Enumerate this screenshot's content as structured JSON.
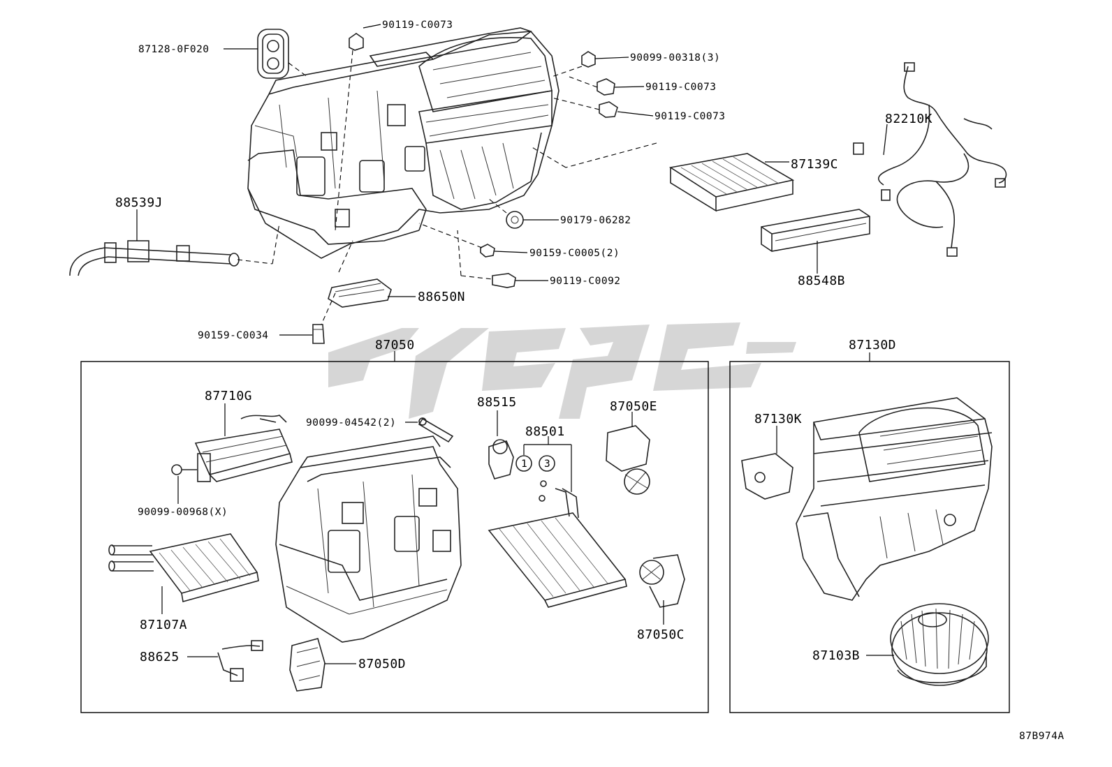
{
  "watermark": "cjcgc",
  "figure_code": "87B974A",
  "group_labels": {
    "unit_main": "87050",
    "unit_blower": "87130D"
  },
  "part_labels": {
    "p87128": "87128-0F020",
    "p90119a": "90119-C0073",
    "p90099_318": "90099-00318(3)",
    "p90119b": "90119-C0073",
    "p90119c": "90119-C0073",
    "p82210": "82210K",
    "p87139": "87139C",
    "p88539": "88539J",
    "p90179": "90179-06282",
    "p90159_5": "90159-C0005(2)",
    "p88548": "88548B",
    "p90119_92": "90119-C0092",
    "p88650": "88650N",
    "p90159_34": "90159-C0034",
    "p87710": "87710G",
    "p90099_4542": "90099-04542(2)",
    "p88515": "88515",
    "p87050e": "87050E",
    "p88501": "88501",
    "circle1": "1",
    "circle3": "3",
    "p90099_968": "90099-00968(X)",
    "p87107": "87107A",
    "p87050c": "87050C",
    "p88625": "88625",
    "p87050d": "87050D",
    "p87130k": "87130K",
    "p87103": "87103B"
  }
}
